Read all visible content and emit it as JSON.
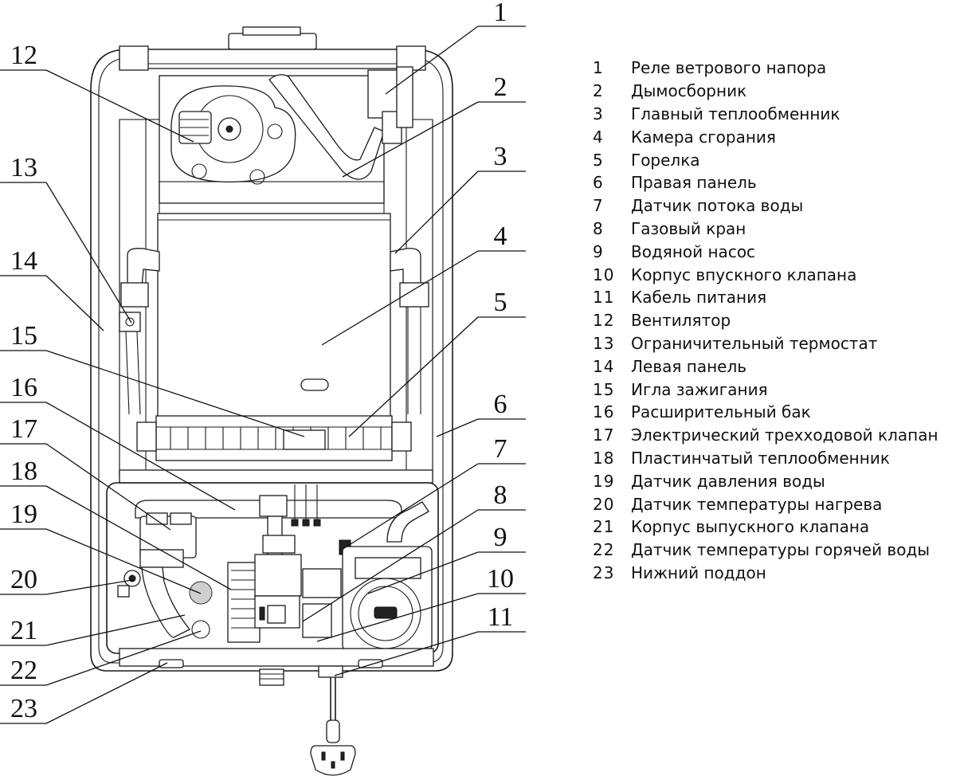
{
  "callouts": [
    {
      "num": "1",
      "label": "Реле ветрового напора"
    },
    {
      "num": "2",
      "label": "Дымосборник"
    },
    {
      "num": "3",
      "label": "Главный теплообменник"
    },
    {
      "num": "4",
      "label": "Камера сгорания"
    },
    {
      "num": "5",
      "label": "Горелка"
    },
    {
      "num": "6",
      "label": "Правая панель"
    },
    {
      "num": "7",
      "label": "Датчик потока воды"
    },
    {
      "num": "8",
      "label": "Газовый кран"
    },
    {
      "num": "9",
      "label": "Водяной насос"
    },
    {
      "num": "10",
      "label": "Корпус впускного клапана"
    },
    {
      "num": "11",
      "label": "Кабель питания"
    },
    {
      "num": "12",
      "label": "Вентилятор"
    },
    {
      "num": "13",
      "label": "Ограничительный термостат"
    },
    {
      "num": "14",
      "label": "Левая панель"
    },
    {
      "num": "15",
      "label": "Игла зажигания"
    },
    {
      "num": "16",
      "label": "Расширительный бак"
    },
    {
      "num": "17",
      "label": "Электрический трехходовой клапан"
    },
    {
      "num": "18",
      "label": "Пластинчатый теплообменник"
    },
    {
      "num": "19",
      "label": "Датчик давления воды"
    },
    {
      "num": "20",
      "label": "Датчик температуры нагрева"
    },
    {
      "num": "21",
      "label": "Корпус выпускного клапана"
    },
    {
      "num": "22",
      "label": "Датчик температуры горячей воды"
    },
    {
      "num": "23",
      "label": "Нижний поддон"
    }
  ]
}
